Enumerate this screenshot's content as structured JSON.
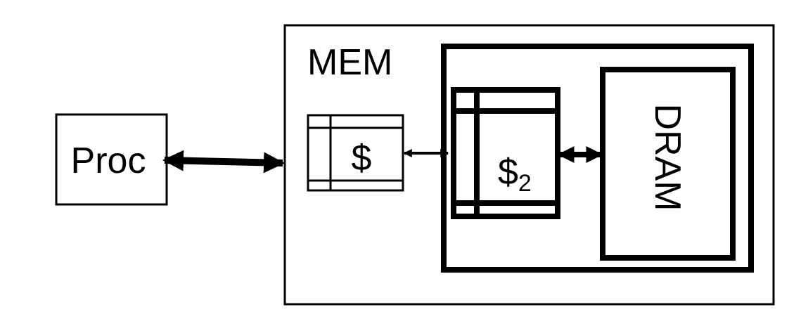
{
  "colors": {
    "stroke": "#000000",
    "background": "#ffffff"
  },
  "labels": {
    "proc": "Proc",
    "mem": "MEM",
    "cache1": "$",
    "cache2_base": "$",
    "cache2_sub": "2",
    "dram": "DRAM"
  }
}
